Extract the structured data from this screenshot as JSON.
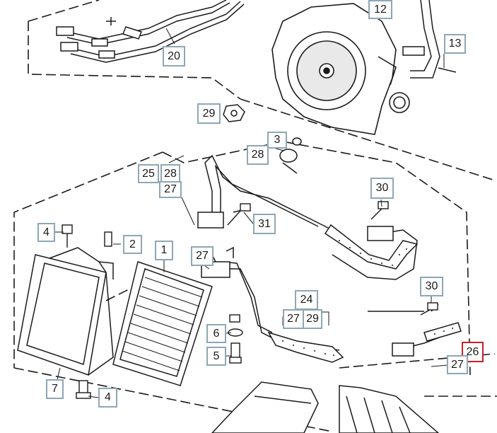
{
  "colors": {
    "callout_border": "#8fa6b4",
    "highlight_border": "#c8202a",
    "line": "#1a1a1a"
  },
  "callouts": {
    "c12": "12",
    "c13": "13",
    "c20": "20",
    "c29a": "29",
    "c3": "3",
    "c28": "28",
    "c25_28": "25",
    "c25_28b": "28",
    "c27a": "27",
    "c30a": "30",
    "c31": "31",
    "c4a": "4",
    "c2": "2",
    "c1": "1",
    "c27b": "27",
    "c24": "24",
    "c27c": "27",
    "c29b": "29",
    "c30b": "30",
    "c6": "6",
    "c5": "5",
    "c26": "26",
    "c27d": "27",
    "c7": "7",
    "c4b": "4"
  },
  "highlighted_callout": "26"
}
